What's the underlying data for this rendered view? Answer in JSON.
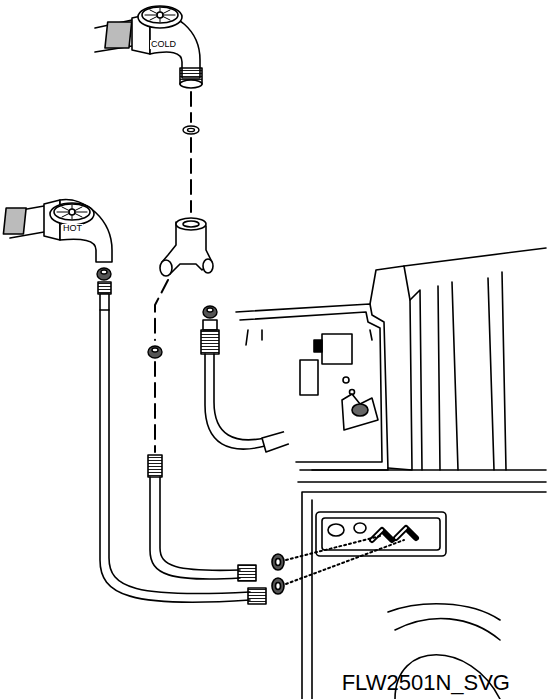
{
  "diagram": {
    "caption": "FLW2501N_SVG",
    "labels": [
      "COLD",
      "HOT"
    ]
  }
}
